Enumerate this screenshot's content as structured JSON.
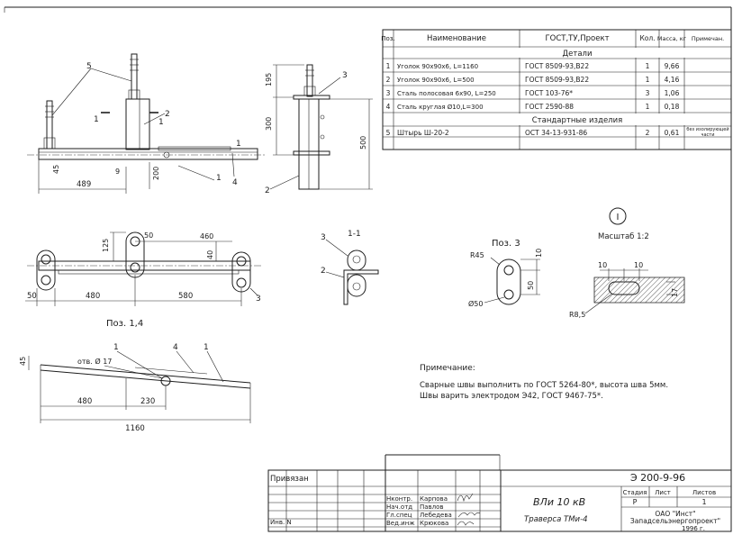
{
  "spec_table": {
    "headers": {
      "pos": "Поз.",
      "name": "Наименование",
      "standard": "ГОСТ,ТУ,Проект",
      "qty": "Кол.",
      "mass": "Масса, кг",
      "note": "Примечан."
    },
    "section_details": "Детали",
    "rows": [
      {
        "pos": "1",
        "name": "Уголок 90x90x6, L=1160",
        "standard": "ГОСТ 8509-93,В22",
        "qty": "1",
        "mass": "9,66",
        "note": ""
      },
      {
        "pos": "2",
        "name": "Уголок 90x90x6, L=500",
        "standard": "ГОСТ 8509-93,В22",
        "qty": "1",
        "mass": "4,16",
        "note": ""
      },
      {
        "pos": "3",
        "name": "Сталь полосовая 6x90, L=250",
        "standard": "ГОСТ 103-76*",
        "qty": "3",
        "mass": "1,06",
        "note": ""
      },
      {
        "pos": "4",
        "name": "Сталь круглая Ø10,L=300",
        "standard": "ГОСТ 2590-88",
        "qty": "1",
        "mass": "0,18",
        "note": ""
      }
    ],
    "section_standard": "Стандартные изделия",
    "rows_standard": [
      {
        "pos": "5",
        "name": "Штырь Ш-20-2",
        "standard": "ОСТ 34-13-931-86",
        "qty": "2",
        "mass": "0,61",
        "note": "без изолирующей части"
      }
    ]
  },
  "front_view": {
    "leaders": [
      "5",
      "2",
      "1",
      "4",
      "1"
    ],
    "section_mark": "1",
    "dims": {
      "d45": "45",
      "d9": "9",
      "d200": "200",
      "d489": "489"
    }
  },
  "side_view": {
    "leaders": [
      "3",
      "2"
    ],
    "dims": {
      "d195": "195",
      "d300": "300",
      "d500": "500"
    }
  },
  "plan_view": {
    "title": "Поз. 1,4",
    "leaders": [
      "3"
    ],
    "dims": {
      "d125": "125",
      "d50a": "50",
      "d460": "460",
      "d40": "40",
      "d50b": "50",
      "d480": "480",
      "d580": "580"
    }
  },
  "section_1_1": {
    "title": "1-1",
    "leaders": [
      "3",
      "2"
    ]
  },
  "pos3_view": {
    "title": "Поз. 3",
    "dims": {
      "r45": "R45",
      "d10": "10",
      "d50": "50",
      "dia50": "Ø50"
    }
  },
  "detail_1": {
    "marker": "I",
    "scale": "Масштаб 1:2",
    "dims": {
      "d10a": "10",
      "d10b": "10",
      "d17": "17",
      "r85": "R8,5"
    }
  },
  "bottom_view": {
    "leaders": [
      "1",
      "4",
      "1"
    ],
    "hole": "отв. Ø 17",
    "dims": {
      "d45": "45",
      "d480": "480",
      "d230": "230",
      "d1160": "1160"
    }
  },
  "notes": {
    "title": "Примечание:",
    "line1": "Сварные швы выполнить по ГОСТ 5264-80*, высота шва 5мм.",
    "line2": "Швы варить электродом Э42, ГОСТ 9467-75*."
  },
  "title_block": {
    "privyazan": "Привязан",
    "code": "Э 200-9-96",
    "name": "ВЛи 10 кВ",
    "item": "Траверса   ТМи-4",
    "stage_label": "Стадия",
    "sheet_label": "Лист",
    "sheets_label": "Листов",
    "stage": "Р",
    "sheets": "1",
    "org_line1": "ОАО \"Инст\"",
    "org_line2": "Западсельэнергопроект\"",
    "year": "1996 г.",
    "inv": "Инв. N",
    "signers": [
      {
        "role": "Нконтр.",
        "name": "Карпова"
      },
      {
        "role": "Нач.отд",
        "name": "Павлов"
      },
      {
        "role": "Гл.спец",
        "name": "Лебедева"
      },
      {
        "role": "Вед.инж",
        "name": "Крюкова"
      }
    ]
  }
}
